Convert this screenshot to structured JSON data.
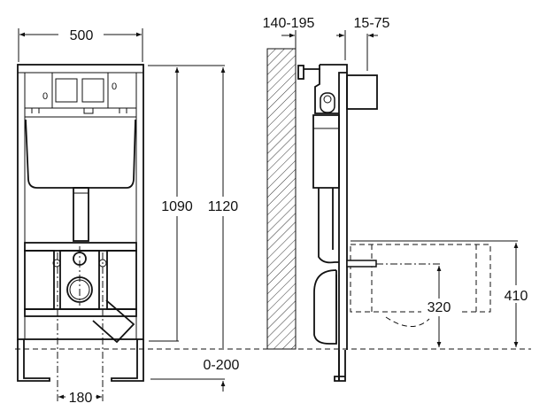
{
  "title": "Wall-hung WC installation frame dimensions",
  "front_view": {
    "width_label": "500",
    "height_1090_label": "1090",
    "height_1120_label": "1120",
    "leg_adjust_label": "0-200",
    "bolt_spacing_label": "180",
    "button_marks": [
      "0",
      "0"
    ]
  },
  "side_view": {
    "wall_gap_label": "140-195",
    "panel_label": "15-75",
    "bolt_height_label": "320",
    "pan_height_label": "410"
  },
  "colors": {
    "line": "#111111",
    "background": "#ffffff"
  }
}
